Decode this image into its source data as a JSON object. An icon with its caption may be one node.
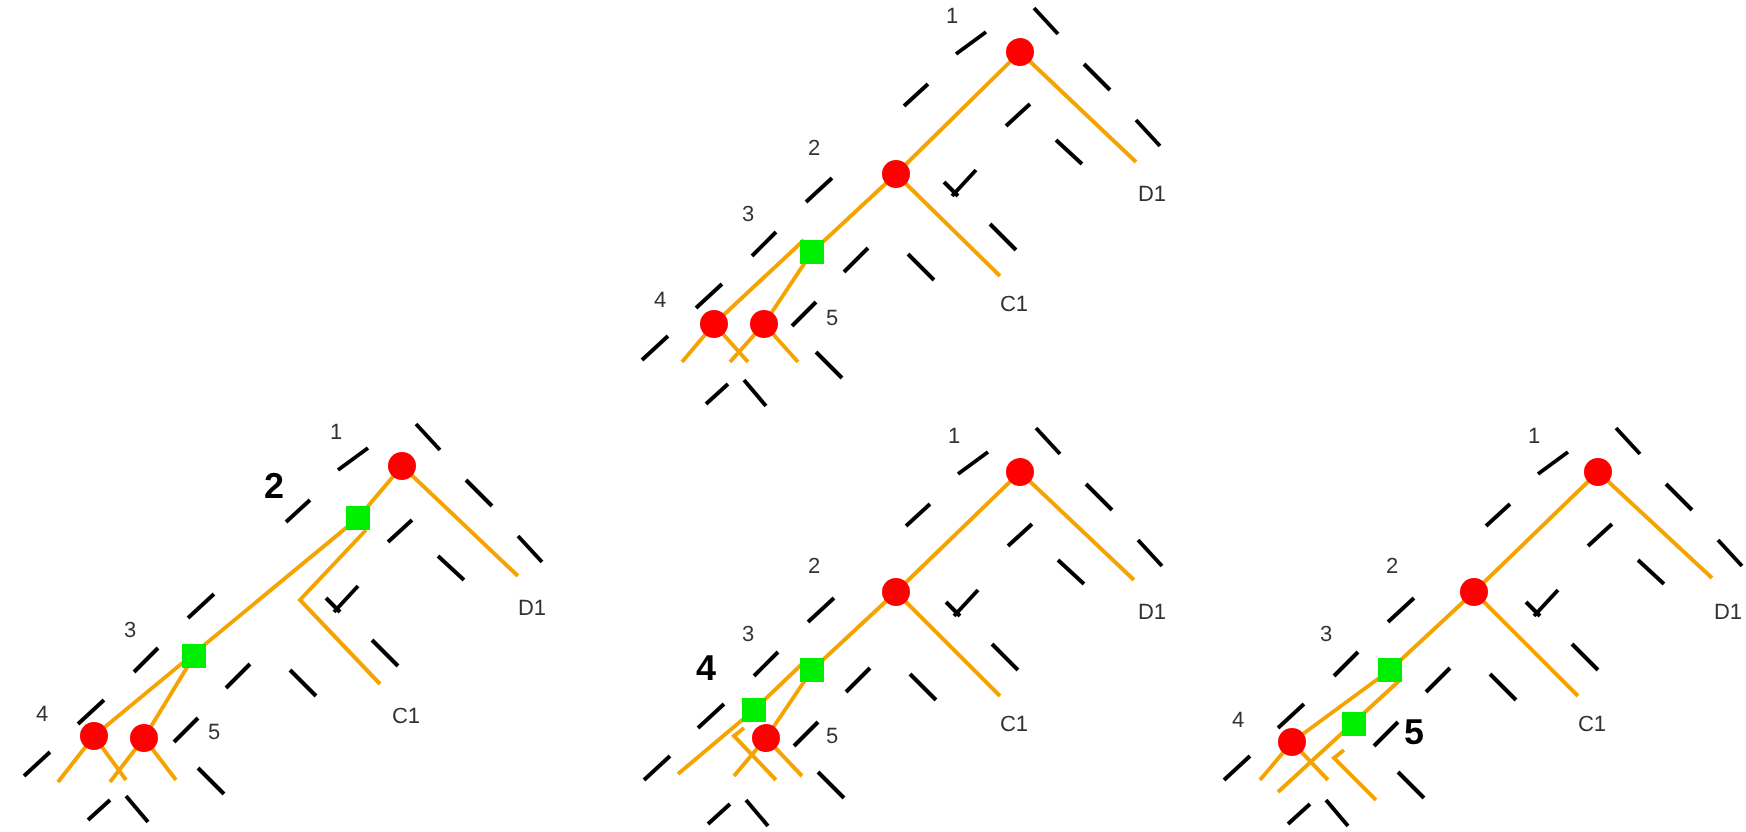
{
  "diagram": {
    "labels": [
      "1",
      "2",
      "D1",
      "3",
      "C1",
      "4",
      "5",
      "1",
      "2",
      "D1",
      "3",
      "C1",
      "4",
      "5",
      "1",
      "2",
      "D1",
      "3",
      "4",
      "C1",
      "5",
      "1",
      "2",
      "D1",
      "3",
      "C1",
      "4",
      "5"
    ]
  }
}
